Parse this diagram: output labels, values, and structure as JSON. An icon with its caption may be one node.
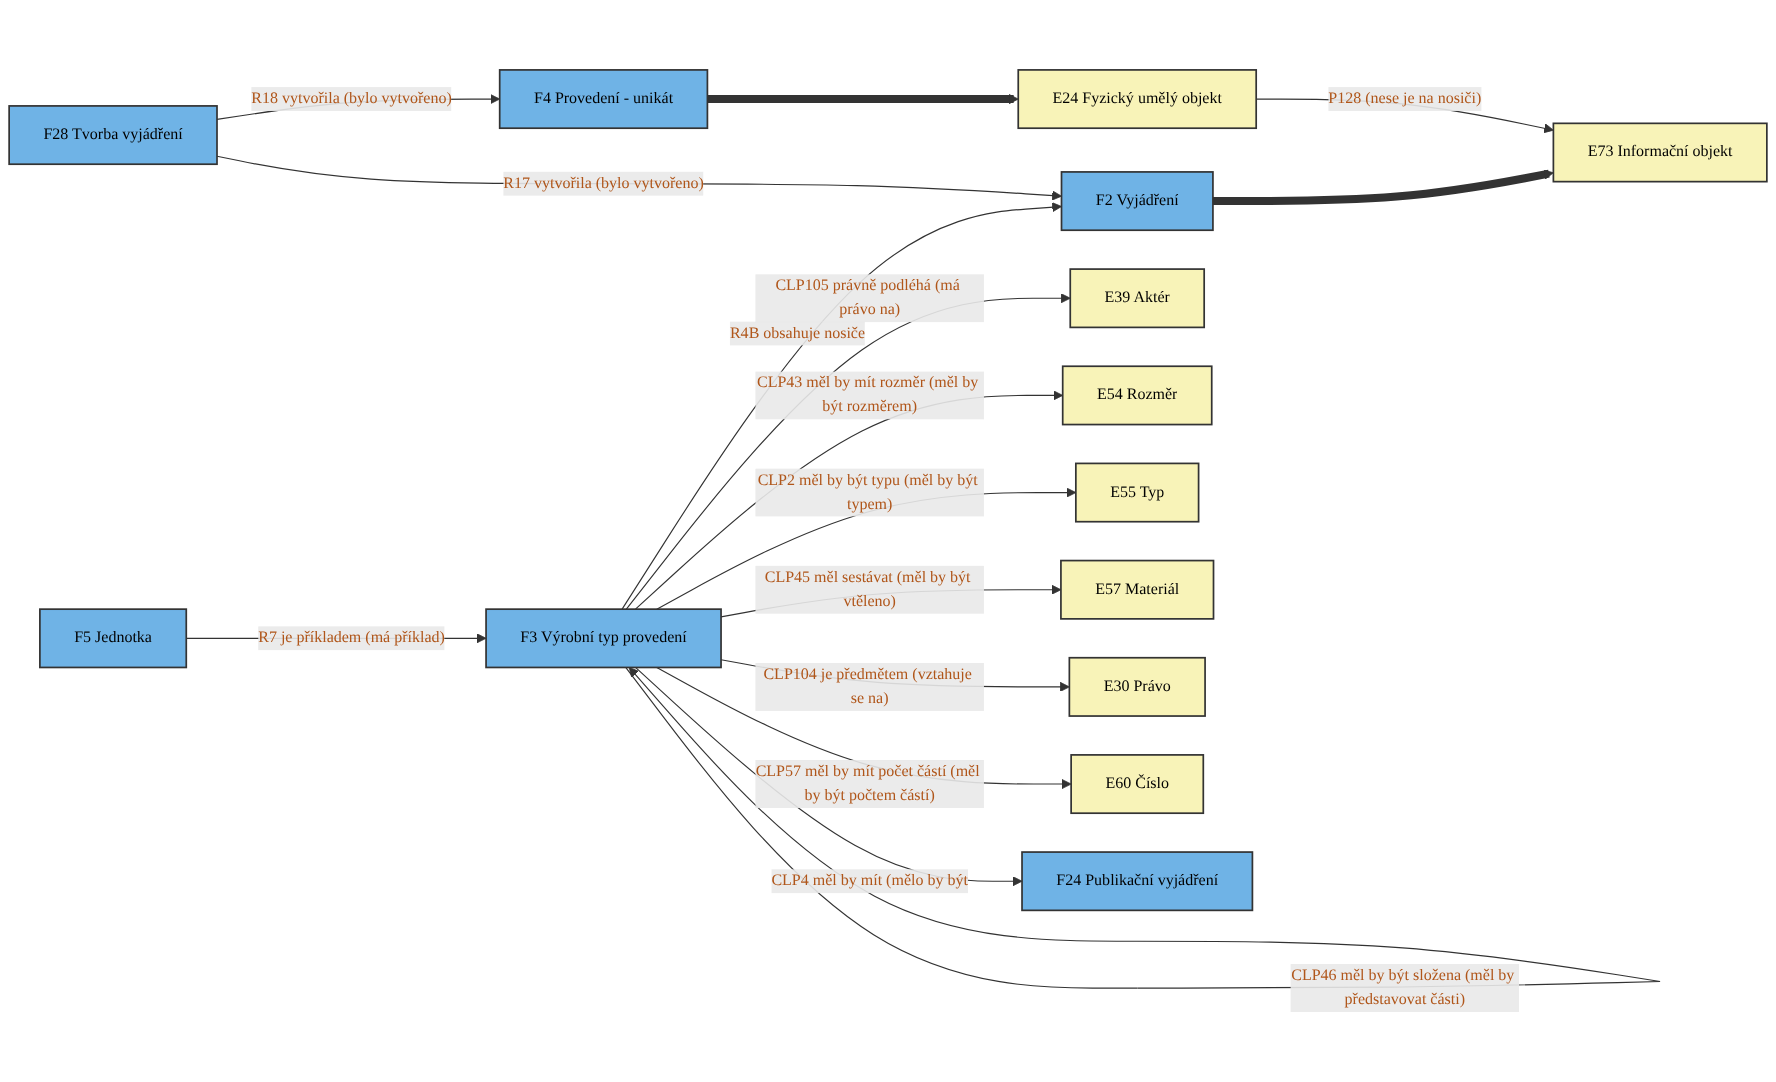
{
  "diagram": {
    "nodes": [
      {
        "text": [
          "E73 Informační objekt"
        ]
      },
      {
        "text": [
          "F2 Vyjádření"
        ]
      },
      {
        "text": [
          "E24 Fyzický umělý objekt"
        ]
      },
      {
        "text": [
          "F3 Výrobní typ provedení"
        ]
      },
      {
        "text": [
          "F5 Jednotka"
        ]
      },
      {
        "text": [
          "F4 Provedení - unikát"
        ]
      },
      {
        "text": [
          "F28 Tvorba vyjádření"
        ]
      },
      {
        "text": [
          "E39 Aktér"
        ]
      },
      {
        "text": [
          "E54 Rozměr"
        ]
      },
      {
        "text": [
          "E55 Typ"
        ]
      },
      {
        "text": [
          "E57 Materiál"
        ]
      },
      {
        "text": [
          "E30 Právo"
        ]
      },
      {
        "text": [
          "E60 Číslo"
        ]
      },
      {
        "text": [
          "F24 Publikační vyjádření"
        ]
      }
    ],
    "edges": [
      {
        "from": 1,
        "to": 0,
        "arrow": "to",
        "style": "thick"
      },
      {
        "from": 2,
        "to": 0,
        "arrow": "to",
        "label": "P128 (nese je na nosiči)"
      },
      {
        "from": 3,
        "to": 1,
        "arrow": "to",
        "label": "R4B obsahuje nosiče"
      },
      {
        "from": 6,
        "to": 1,
        "arrow": "to",
        "label": "R17 vytvořila (bylo vytvořeno)"
      },
      {
        "from": 5,
        "to": 2,
        "arrow": "to",
        "style": "thick"
      },
      {
        "from": 6,
        "to": 5,
        "arrow": "to",
        "label": "R18 vytvořila (bylo vytvořeno)"
      },
      {
        "from": 4,
        "to": 3,
        "arrow": "to",
        "label": "R7 je příkladem (má příklad)"
      },
      {
        "from": 3,
        "to": 3,
        "arrow": "to",
        "label": "CLP46 měl by být složena (měl by představovat části)"
      },
      {
        "from": 3,
        "to": 7,
        "arrow": "to",
        "label": "CLP105 právně podléhá (má právo na)"
      },
      {
        "from": 3,
        "to": 8,
        "arrow": "to",
        "label": "CLP43 měl by mít rozměr (měl by být rozměrem)"
      },
      {
        "from": 3,
        "to": 9,
        "arrow": "to",
        "label": "CLP2 měl by být typu (měl by být typem)"
      },
      {
        "from": 3,
        "to": 10,
        "arrow": "to",
        "label": "CLP45 měl sestávat (měl by být vtěleno)"
      },
      {
        "from": 3,
        "to": 11,
        "arrow": "to",
        "label": "CLP104 je předmětem (vztahuje se na)"
      },
      {
        "from": 3,
        "to": 12,
        "arrow": "to",
        "label": "CLP57 měl by mít počet částí (měl by být počtem částí)"
      },
      {
        "from": 3,
        "to": 13,
        "arrow": "to",
        "label": "CLP4 měl by mít (mělo by být"
      }
    ]
  }
}
